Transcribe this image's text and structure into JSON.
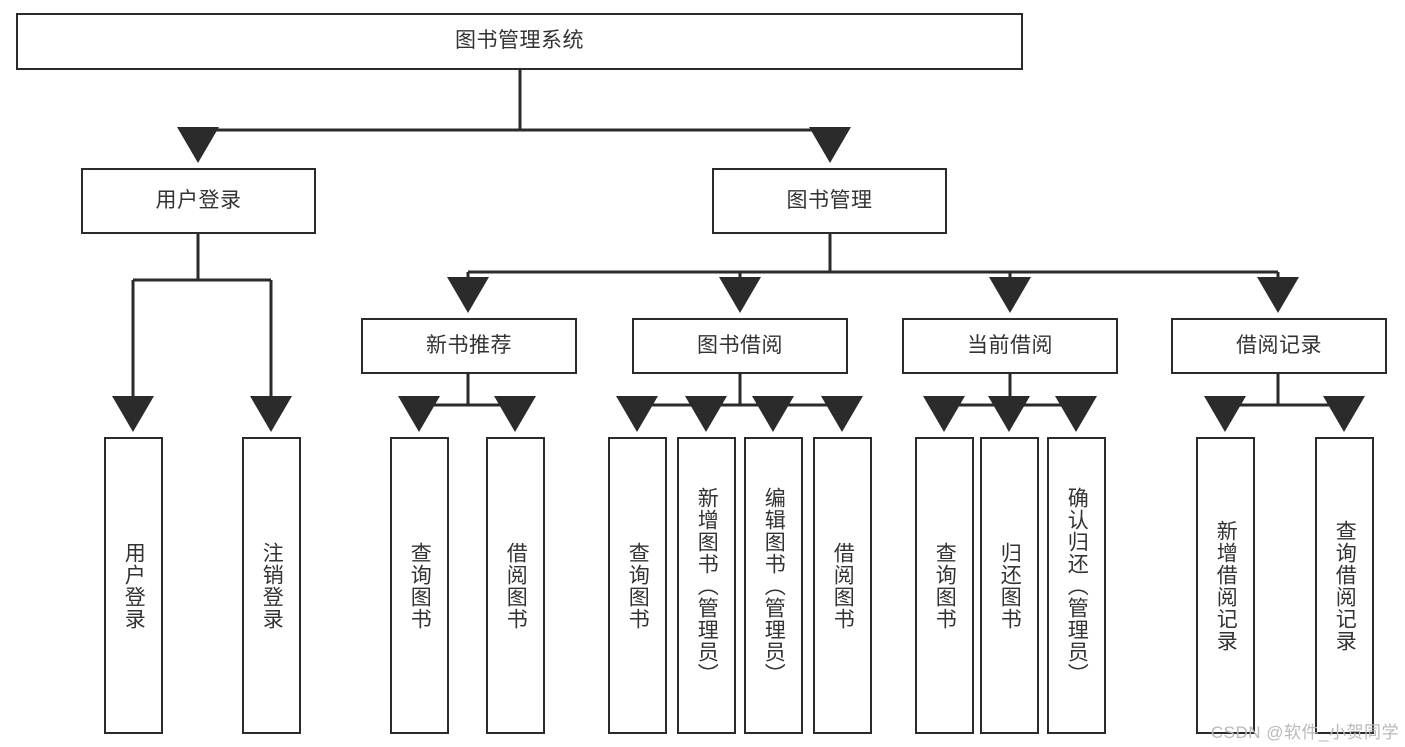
{
  "diagram": {
    "title": "图书管理系统",
    "type": "tree-hierarchy-chart",
    "watermark": "CSDN @软件_小贺同学",
    "colors": {
      "stroke": "#2b2b2b",
      "fill": "#ffffff",
      "text": "#333333",
      "watermark": "#b9b9b9"
    },
    "levels": {
      "root": {
        "label": "图书管理系统"
      },
      "level2": [
        {
          "id": "user-login",
          "label": "用户登录"
        },
        {
          "id": "book-management",
          "label": "图书管理"
        }
      ],
      "level3": [
        {
          "id": "new-book-recommend",
          "label": "新书推荐"
        },
        {
          "id": "book-borrow",
          "label": "图书借阅"
        },
        {
          "id": "current-borrow",
          "label": "当前借阅"
        },
        {
          "id": "borrow-record",
          "label": "借阅记录"
        }
      ],
      "leaves": {
        "user-login": [
          {
            "id": "leaf-user-login",
            "label": "用户登录"
          },
          {
            "id": "leaf-logout-login",
            "label": "注销登录"
          }
        ],
        "new-book-recommend": [
          {
            "id": "leaf-query-book-1",
            "label": "查询图书"
          },
          {
            "id": "leaf-borrow-book-1",
            "label": "借阅图书"
          }
        ],
        "book-borrow": [
          {
            "id": "leaf-query-book-2",
            "label": "查询图书"
          },
          {
            "id": "leaf-add-book",
            "label": "新增图书（管理员）"
          },
          {
            "id": "leaf-edit-book",
            "label": "编辑图书（管理员）"
          },
          {
            "id": "leaf-borrow-book-2",
            "label": "借阅图书"
          }
        ],
        "current-borrow": [
          {
            "id": "leaf-query-book-3",
            "label": "查询图书"
          },
          {
            "id": "leaf-return-book",
            "label": "归还图书"
          },
          {
            "id": "leaf-confirm-return",
            "label": "确认归还（管理员）"
          }
        ],
        "borrow-record": [
          {
            "id": "leaf-add-record",
            "label": "新增借阅记录"
          },
          {
            "id": "leaf-query-record",
            "label": "查询借阅记录"
          }
        ]
      }
    }
  }
}
